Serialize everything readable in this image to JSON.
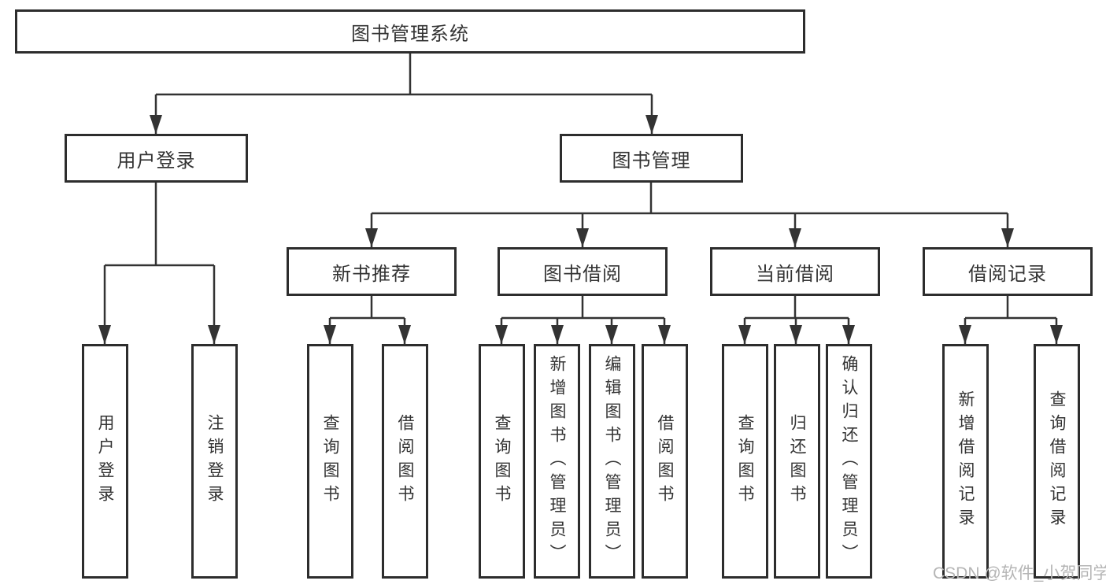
{
  "diagram": {
    "title": "图书管理系统",
    "level2": {
      "login": "用户登录",
      "management": "图书管理"
    },
    "level3": {
      "new_book": "新书推荐",
      "book_borrow": "图书借阅",
      "current_borrow": "当前借阅",
      "borrow_records": "借阅记录"
    },
    "leaves": {
      "login": [
        "用户登录",
        "注销登录"
      ],
      "new_book": [
        "查询图书",
        "借阅图书"
      ],
      "book_borrow": [
        "查询图书",
        "新增图书（管理员）",
        "编辑图书（管理员）",
        "借阅图书"
      ],
      "current_borrow": [
        "查询图书",
        "归还图书",
        "确认归还（管理员）"
      ],
      "borrow_records": [
        "新增借阅记录",
        "查询借阅记录"
      ]
    }
  },
  "watermark": {
    "text": "CSDN @软件_小贺同学"
  },
  "colors": {
    "line": "#333333",
    "box_border": "#2d2d2d",
    "box_fill": "#ffffff",
    "text": "#333333",
    "watermark": "#b5b5b5",
    "background": "#ffffff"
  }
}
